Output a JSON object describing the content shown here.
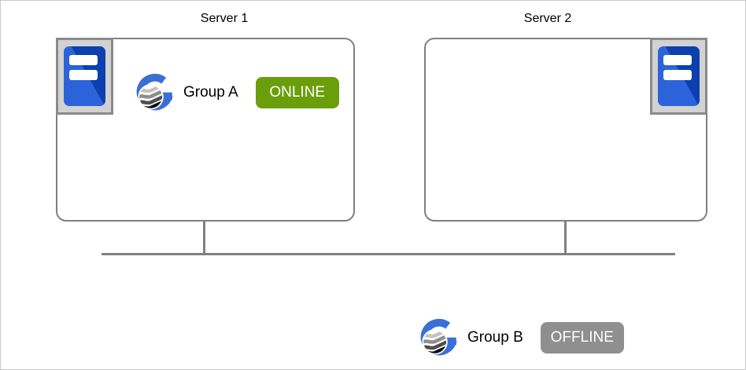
{
  "diagram_title": "failover-cluster-diagram",
  "servers": [
    {
      "title": "Server 1"
    },
    {
      "title": "Server 2"
    }
  ],
  "groups": [
    {
      "name": "Group A",
      "status": "ONLINE",
      "status_color": "#6a9e0b"
    },
    {
      "name": "Group B",
      "status": "OFFLINE",
      "status_color": "#8f8f8f"
    }
  ],
  "icons": {
    "server_tower": "server-tower-icon",
    "group_logo": "cluster-group-globe-g-icon"
  },
  "colors": {
    "box_border": "#808080",
    "connector_line": "#808080",
    "online_green": "#6a9e0b",
    "offline_gray": "#8f8f8f",
    "logo_blue": "#3a6fd6",
    "tower_blue_light": "#2d63da",
    "tower_blue_dark": "#0b40ae",
    "icon_box_fill": "#d2d2d2",
    "icon_box_border": "#8a8a8a"
  }
}
